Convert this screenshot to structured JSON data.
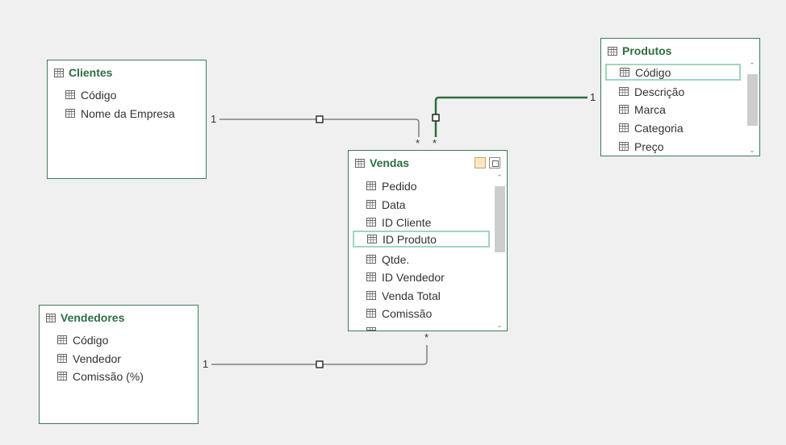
{
  "tables": {
    "clientes": {
      "name": "Clientes",
      "fields": [
        "Código",
        "Nome da Empresa"
      ]
    },
    "produtos": {
      "name": "Produtos",
      "fields": [
        "Código",
        "Descrição",
        "Marca",
        "Categoria",
        "Preço"
      ],
      "selected_field": "Código"
    },
    "vendas": {
      "name": "Vendas",
      "fields": [
        "Pedido",
        "Data",
        "ID Cliente",
        "ID Produto",
        "Qtde.",
        "ID Vendedor",
        "Venda Total",
        "Comissão"
      ],
      "selected_field": "ID Produto"
    },
    "vendedores": {
      "name": "Vendedores",
      "fields": [
        "Código",
        "Vendedor",
        "Comissão (%)"
      ]
    }
  },
  "relationships": [
    {
      "from": "Clientes",
      "to": "Vendas",
      "one": "1",
      "many": "*"
    },
    {
      "from": "Produtos",
      "to": "Vendas",
      "one": "1",
      "many": "*",
      "highlighted": true
    },
    {
      "from": "Vendedores",
      "to": "Vendas",
      "one": "1",
      "many": "*"
    }
  ],
  "colors": {
    "background": "#f0f0f0",
    "accent": "#2d6e43",
    "highlight": "#9fd6bd",
    "line": "#777777",
    "active_line": "#2d6e43"
  }
}
